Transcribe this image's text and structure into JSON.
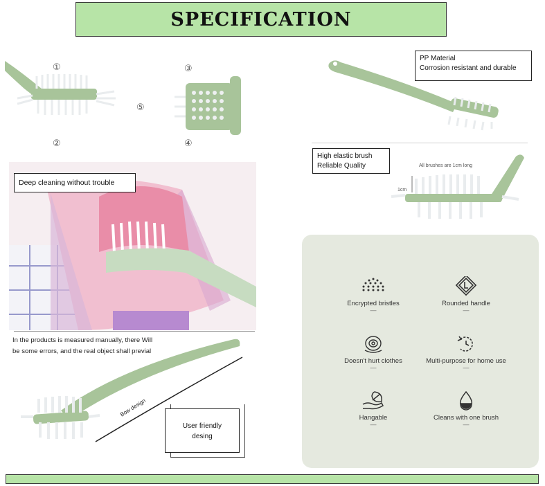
{
  "header": {
    "title": "SPECIFICATION"
  },
  "diagram_numbers": [
    "①",
    "②",
    "③",
    "④",
    "⑤"
  ],
  "callouts": {
    "pp_material": {
      "line1": "PP Material",
      "line2": "Corrosion resistant and durable"
    },
    "elastic": {
      "line1": "High elastic brush",
      "line2": "Reliable Quality"
    },
    "deep_cleaning": "Deep cleaning without trouble",
    "user_friendly": {
      "line1": "User friendly",
      "line2": "desing"
    }
  },
  "measure": {
    "note": "All brushes are 1cm long",
    "size": "1cm"
  },
  "disclaimer": {
    "line1": "In the products is measured manually, there Will",
    "line2": "be some errors, and the real object shall previal"
  },
  "bow_design": "Bow design",
  "features": [
    {
      "label": "Encrypted bristles",
      "icon": "dots-icon",
      "dash": "—"
    },
    {
      "label": "Rounded handle",
      "icon": "rounded-handle-icon",
      "dash": "—"
    },
    {
      "label": "Doesn't hurt clothes",
      "icon": "fabric-icon",
      "dash": "—"
    },
    {
      "label": "Multi-purpose for home use",
      "icon": "rotate-icon",
      "dash": "—"
    },
    {
      "label": "Hangable",
      "icon": "leaf-hand-icon",
      "dash": "—"
    },
    {
      "label": "Cleans with one brush",
      "icon": "water-drop-icon",
      "dash": "—"
    }
  ],
  "colors": {
    "title_bg": "#b7e4a7",
    "handle": "#a8c49a",
    "panel_bg": "#e5e9df"
  }
}
